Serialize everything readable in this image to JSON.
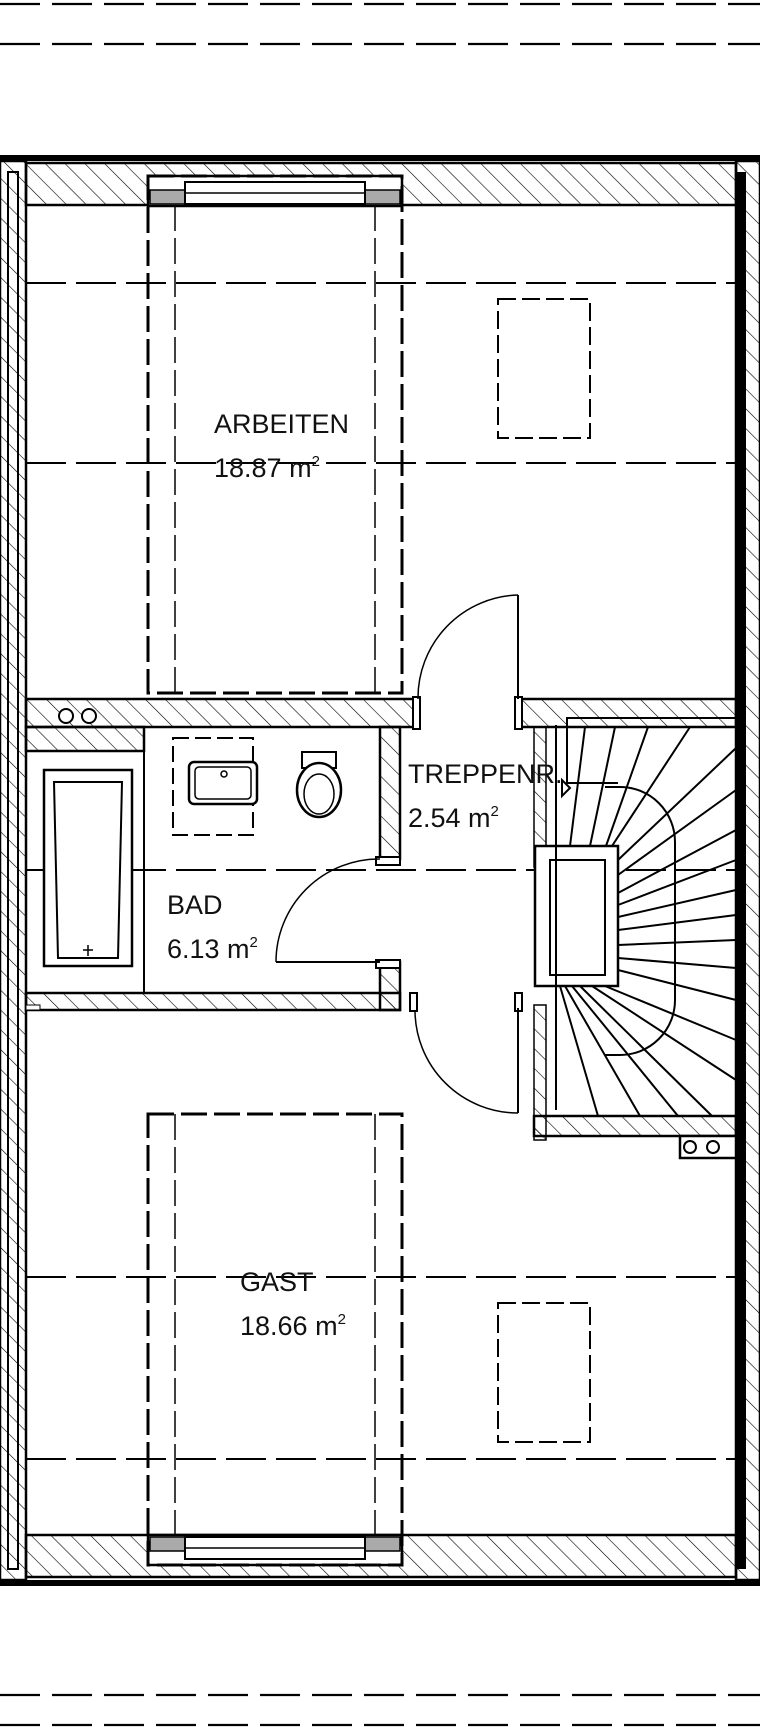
{
  "rooms": {
    "arbeiten": {
      "name": "ARBEITEN",
      "area": "18.87 m",
      "unit_sup": "2"
    },
    "treppenraum": {
      "name": "TREPPENR.",
      "area": "2.54 m",
      "unit_sup": "2"
    },
    "bad": {
      "name": "BAD",
      "area": "6.13 m",
      "unit_sup": "2"
    },
    "gast": {
      "name": "GAST",
      "area": "18.66 m",
      "unit_sup": "2"
    }
  },
  "colors": {
    "line": "#000000",
    "wall_hatch": "#000000",
    "background": "#ffffff"
  }
}
